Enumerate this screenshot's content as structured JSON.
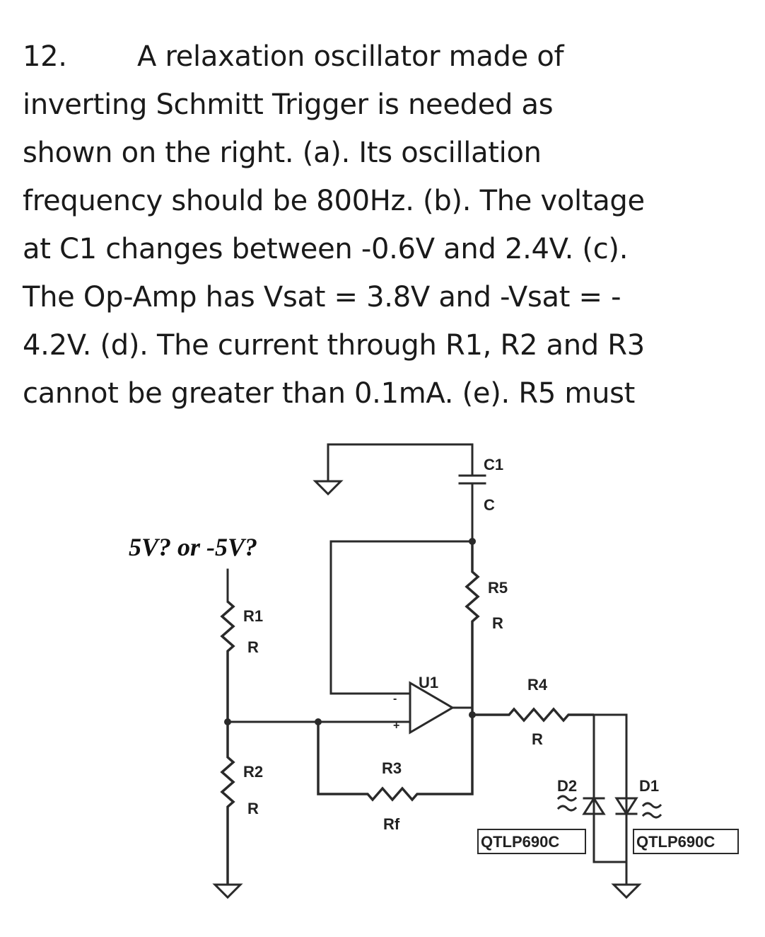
{
  "problem": {
    "number": "12.",
    "lines": [
      "A relaxation oscillator made of",
      "inverting Schmitt Trigger is needed as",
      "shown on the right. (a). Its oscillation",
      "frequency should be 800Hz. (b). The voltage",
      "at C1 changes between -0.6V and 2.4V. (c).",
      "The Op-Amp has Vsat = 3.8V and -Vsat = -",
      "4.2V. (d). The current through R1, R2 and R3",
      "cannot be greater than 0.1mA. (e). R5 must"
    ]
  },
  "schematic": {
    "supply_label": "5V? or -5V?",
    "c1": {
      "name": "C1",
      "value": "C"
    },
    "r1": {
      "name": "R1",
      "value": "R"
    },
    "r2": {
      "name": "R2",
      "value": "R"
    },
    "r3": {
      "name": "R3",
      "value": "Rf"
    },
    "r4": {
      "name": "R4",
      "value": "R"
    },
    "r5": {
      "name": "R5",
      "value": "R"
    },
    "u1": {
      "name": "U1",
      "minus": "-",
      "plus": "+"
    },
    "d1": {
      "name": "D1",
      "part": "QTLP690C"
    },
    "d2": {
      "name": "D2",
      "part": "QTLP690C"
    }
  }
}
